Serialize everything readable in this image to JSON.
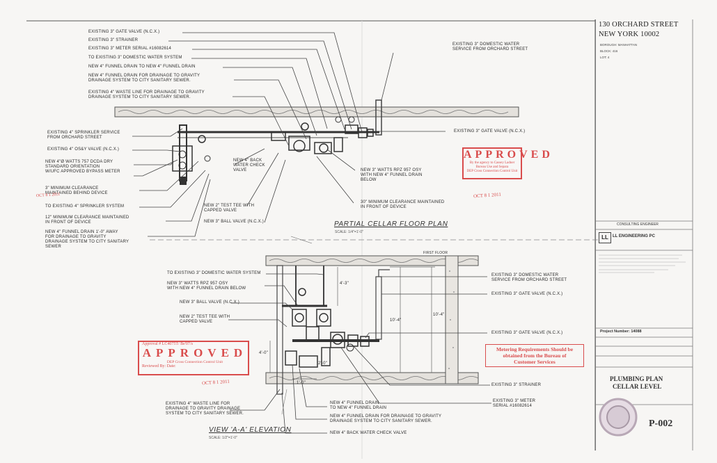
{
  "upper": {
    "labels": [
      "EXISTING 3\" GATE VALVE (N.C.X.)",
      "EXISTING 3\" STRAINER",
      "EXISTING 3\" METER SERIAL #16082614",
      "TO EXISTING 3\" DOMESTIC WATER SYSTEM",
      "NEW 4\" FUNNEL DRAIN TO NEW 4\" FUNNEL DRAIN",
      "NEW 4\" FUNNEL DRAIN FOR DRAINAGE TO GRAVITY\nDRAINAGE SYSTEM TO CITY SANITARY SEWER.",
      "EXISTING 4\" WASTE LINE FOR DRAINAGE TO GRAVITY\nDRAINAGE SYSTEM TO CITY SANITARY SEWER.",
      "EXISTING 4\" SPRINKLER SERVICE\nFROM ORCHARD STREET",
      "EXISTING 4\" OS&Y VALVE (N.C.X.)",
      "NEW 4\"Ø WATTS 757 DCDA DRY\nSTANDARD ORIENTATION\nW/UFC APPROVED BYPASS METER",
      "3\" MINIMUM CLEARANCE\nMAINTAINED BEHIND DEVICE",
      "TO EXISTING 4\" SPRINKLER SYSTEM",
      "12\" MINIMUM CLEARANCE MAINTAINED\nIN FRONT OF DEVICE",
      "NEW 4\" FUNNEL DRAIN 1'-0\" AWAY\nFOR DRAINAGE TO GRAVITY\nDRAINAGE SYSTEM TO CITY SANITARY\nSEWER",
      "EXISTING 3\" DOMESTIC WATER\nSERVICE FROM ORCHARD STREET",
      "EXISTING 3\" GATE VALVE (N.C.X.)",
      "NEW 4\" BACK\nWATER CHECK\nVALVE",
      "NEW 3\" WATTS RPZ 957 OSY\nWITH NEW 4\" FUNNEL DRAIN\nBELOW",
      "30\" MINIMUM CLEARANCE MAINTAINED\nIN FRONT OF DEVICE",
      "NEW 2\" TEST TEE WITH\nCAPPED VALVE",
      "NEW 3\" BALL VALVE (N.C.X.)"
    ],
    "plan_title": "PARTIAL CELLAR FLOOR PLAN",
    "plan_scale": "SCALE: 1/4\"=1'-0\""
  },
  "lower": {
    "labels": [
      "TO EXISTING 3\" DOMESTIC WATER SYSTEM",
      "NEW 3\" WATTS RPZ 957 OSY\nWITH NEW 4\" FUNNEL DRAIN BELOW",
      "NEW 3\" BALL VALVE (N.C.X.)",
      "NEW 2\" TEST TEE WITH\nCAPPED VALVE",
      "EXISTING 3\" DOMESTIC WATER\nSERVICE FROM ORCHARD STREET",
      "EXISTING 3\" GATE VALVE (N.C.X.)",
      "EXISTING 3\" GATE VALVE (N.C.X.)",
      "EXISTING 3\" STRAINER",
      "EXISTING 3\" METER\nSERIAL #16082614",
      "EXISTING 4\" WASTE LINE FOR\nDRAINAGE TO GRAVITY DRAINAGE\nSYSTEM TO CITY SANITARY SEWER.",
      "NEW 4\" FUNNEL DRAIN\nTO NEW 4\" FUNNEL DRAIN",
      "NEW 4\" FUNNEL DRAIN FOR DRAINAGE TO GRAVITY\nDRAINAGE SYSTEM TO CITY SANITARY SEWER.",
      "NEW 4\" BACK WATER CHECK VALVE"
    ],
    "elev_title": "VIEW 'A-A' ELEVATION",
    "elev_scale": "SCALE: 1/2\"=1'-0\"",
    "dims": [
      "4'-3\"",
      "10'-4\"",
      "10'-4\"",
      "4'-0\"",
      "1'-0\"",
      "2'-0\""
    ],
    "slab_label": "FIRST FLOOR"
  },
  "stamps": {
    "approved_word": "APPROVED",
    "approved_sub1": "By the agency to Cassey Ladner",
    "approved_sub2": "Bureau Use and Separa",
    "approved_sub3": "DEP Cross Connection Control Unit",
    "approved2_line1": "Approval #  LC4075T/ Be'07/s",
    "approved2_word": "APPROVED",
    "approved2_line2": "DEP Cross Connection Control Unit",
    "approved2_line3": "Reviewed By:           Date:",
    "date1": "OCT  8 1 2011",
    "date2": "OCT  8 1 2011",
    "date3": "OCT  8 1 2011",
    "meter_note": "Metering Requirements Should be\nobtained from the Bureau of\nCustomer Services"
  },
  "titleblock": {
    "address1": "130 ORCHARD STREET",
    "address2": "NEW YORK 10002",
    "borough": "BOROUGH: MANHATTAN",
    "block": "BLOCK: 416",
    "lot": "LOT: 4",
    "consulting": "CONSULTING ENGINEER",
    "firm": "LL ENGINEERING PC",
    "project_number": "Project Number: 14088",
    "sheet_title1": "PLUMBING PLAN",
    "sheet_title2": "CELLAR LEVEL",
    "sheet_number": "P-002",
    "logo_text": "LL"
  }
}
